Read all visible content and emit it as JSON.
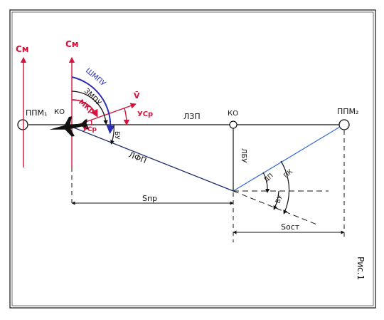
{
  "figure": {
    "caption": "Рис.1"
  },
  "labels": {
    "cm_left": "См",
    "cm_mid": "См",
    "ppm1": "ППМ₁",
    "ppm2": "ППМ₂",
    "ko_left": "КО",
    "ko_mid": "КО",
    "lzp": "ЛЗП",
    "lfp": "ЛФП",
    "lbu": "ЛБУ",
    "shmpu": "ШМПУ",
    "zmpu": "ЗМПУ",
    "mkr": "МКр",
    "usr_top": "УСр",
    "usr_bottom": "УСр",
    "v": "V̄",
    "bu_left": "БУ",
    "bu_right": "БУ",
    "dp": "ДП",
    "pk": "ПК",
    "spr": "Sпр",
    "sost": "Sост"
  },
  "colors": {
    "red": "#d4143c",
    "blue": "#2b2fb0",
    "track_blue": "#3a6fd0",
    "line": "#111111"
  }
}
